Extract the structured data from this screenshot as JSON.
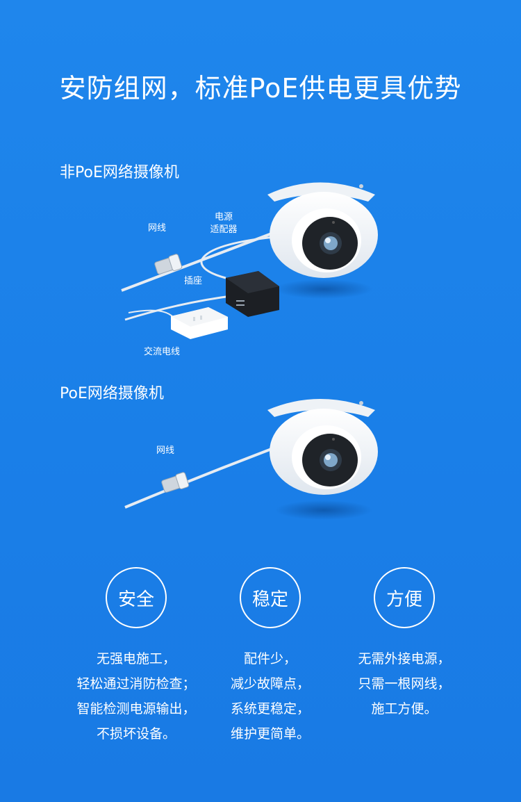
{
  "title": "安防组网，标准PoE供电更具优势",
  "non_poe": {
    "label": "非PoE网络摄像机",
    "cable_label": "网线",
    "adapter_label_line1": "电源",
    "adapter_label_line2": "适配器",
    "socket_label": "插座",
    "ac_label": "交流电线"
  },
  "poe": {
    "label": "PoE网络摄像机",
    "cable_label": "网线"
  },
  "features": [
    {
      "title": "安全",
      "lines": [
        "无强电施工，",
        "轻松通过消防检查；",
        "智能检测电源输出，",
        "不损坏设备。"
      ]
    },
    {
      "title": "稳定",
      "lines": [
        "配件少，",
        "减少故障点，",
        "系统更稳定，",
        "维护更简单。"
      ]
    },
    {
      "title": "方便",
      "lines": [
        "无需外接电源，",
        "只需一根网线，",
        "施工方便。"
      ]
    }
  ],
  "colors": {
    "background": "#1a7fe8",
    "text": "#ffffff"
  }
}
